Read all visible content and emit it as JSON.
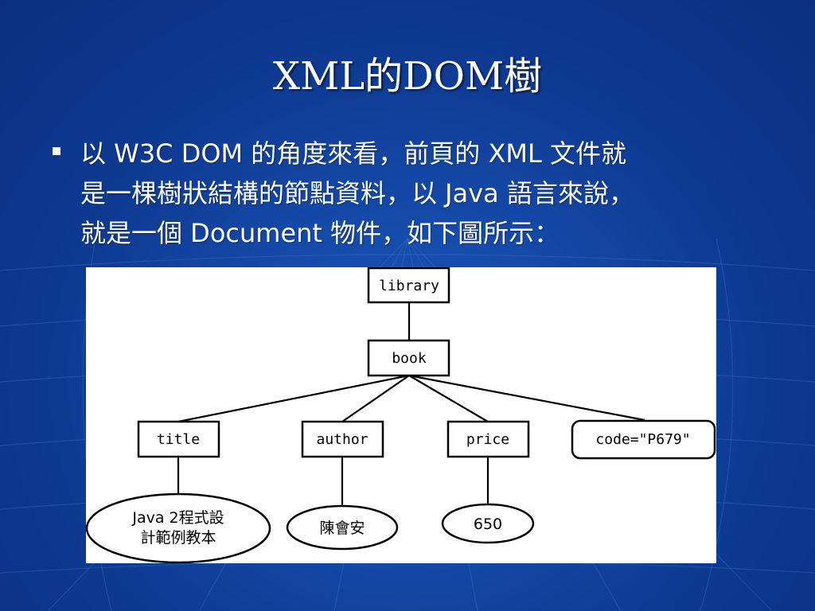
{
  "slide": {
    "title": "XML的DOM樹",
    "body_lines": [
      "以 W3C DOM 的角度來看，前頁的 XML 文件就",
      "是一棵樹狀結構的節點資料，以 Java 語言來說，",
      "就是一個 Document 物件，如下圖所示："
    ]
  },
  "diagram": {
    "nodes": {
      "library": "library",
      "book": "book",
      "title": "title",
      "author": "author",
      "price": "price",
      "code": "code=\"P679\"",
      "title_value_line1": "Java 2程式設",
      "title_value_line2": "計範例教本",
      "author_value": "陳會安",
      "price_value": "650"
    }
  },
  "colors": {
    "background": "#1448a6",
    "text": "#ffffff",
    "panel": "#ffffff"
  }
}
